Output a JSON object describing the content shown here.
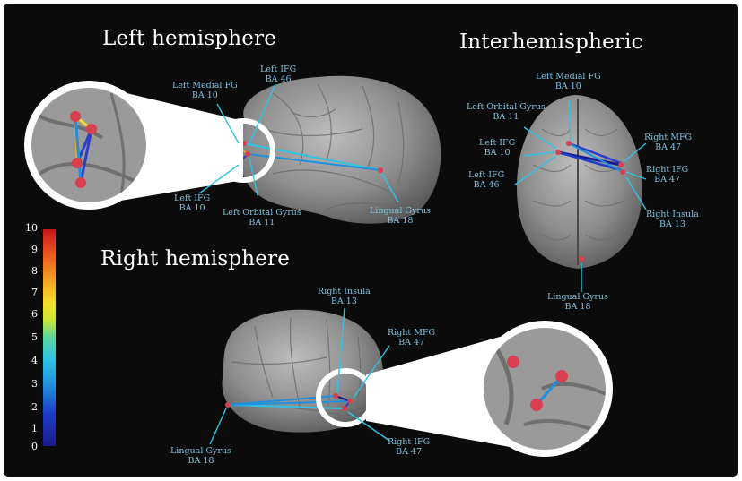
{
  "headers": {
    "left": "Left hemisphere",
    "inter": "Interhemispheric",
    "right": "Right hemisphere"
  },
  "left_labels": {
    "medial_fg": [
      "Left Medial FG",
      "BA 10"
    ],
    "ifg46": [
      "Left IFG",
      "BA 46"
    ],
    "ifg10": [
      "Left IFG",
      "BA 10"
    ],
    "orbital": [
      "Left Orbital Gyrus",
      "BA 11"
    ],
    "lingual": [
      "Lingual Gyrus",
      "BA 18"
    ]
  },
  "inter_labels": {
    "medial_fg": [
      "Left Medial FG",
      "BA 10"
    ],
    "orbital": [
      "Left Orbital Gyrus",
      "BA 11"
    ],
    "ifg10": [
      "Left IFG",
      "BA 10"
    ],
    "ifg46": [
      "Left IFG",
      "BA 46"
    ],
    "rmfg": [
      "Right MFG",
      "BA 47"
    ],
    "rifg": [
      "Right IFG",
      "BA 47"
    ],
    "rinsula": [
      "Right Insula",
      "BA 13"
    ],
    "lingual": [
      "Lingual Gyrus",
      "BA 18"
    ]
  },
  "right_labels": {
    "insula": [
      "Right Insula",
      "BA 13"
    ],
    "mfg": [
      "Right MFG",
      "BA 47"
    ],
    "ifg": [
      "Right IFG",
      "BA 47"
    ],
    "lingual": [
      "Lingual Gyrus",
      "BA 18"
    ]
  },
  "colorbar": {
    "ticks": [
      "10",
      "9",
      "8",
      "7",
      "6",
      "5",
      "4",
      "3",
      "2",
      "1",
      "0"
    ],
    "colors": [
      "#1a1a8c",
      "#1e3cc8",
      "#1f8fe0",
      "#2ec4e6",
      "#58d6a0",
      "#c8e632",
      "#f5e02a",
      "#f5a623",
      "#ee5a1e",
      "#c8141e"
    ]
  },
  "colors": {
    "background": "#0b0b0b",
    "label": "#7cc4e0",
    "connection_low": "#1e90e0",
    "connection_mid": "#2a3ec8",
    "connection_high": "#e8a23a",
    "node": "#d84050"
  }
}
